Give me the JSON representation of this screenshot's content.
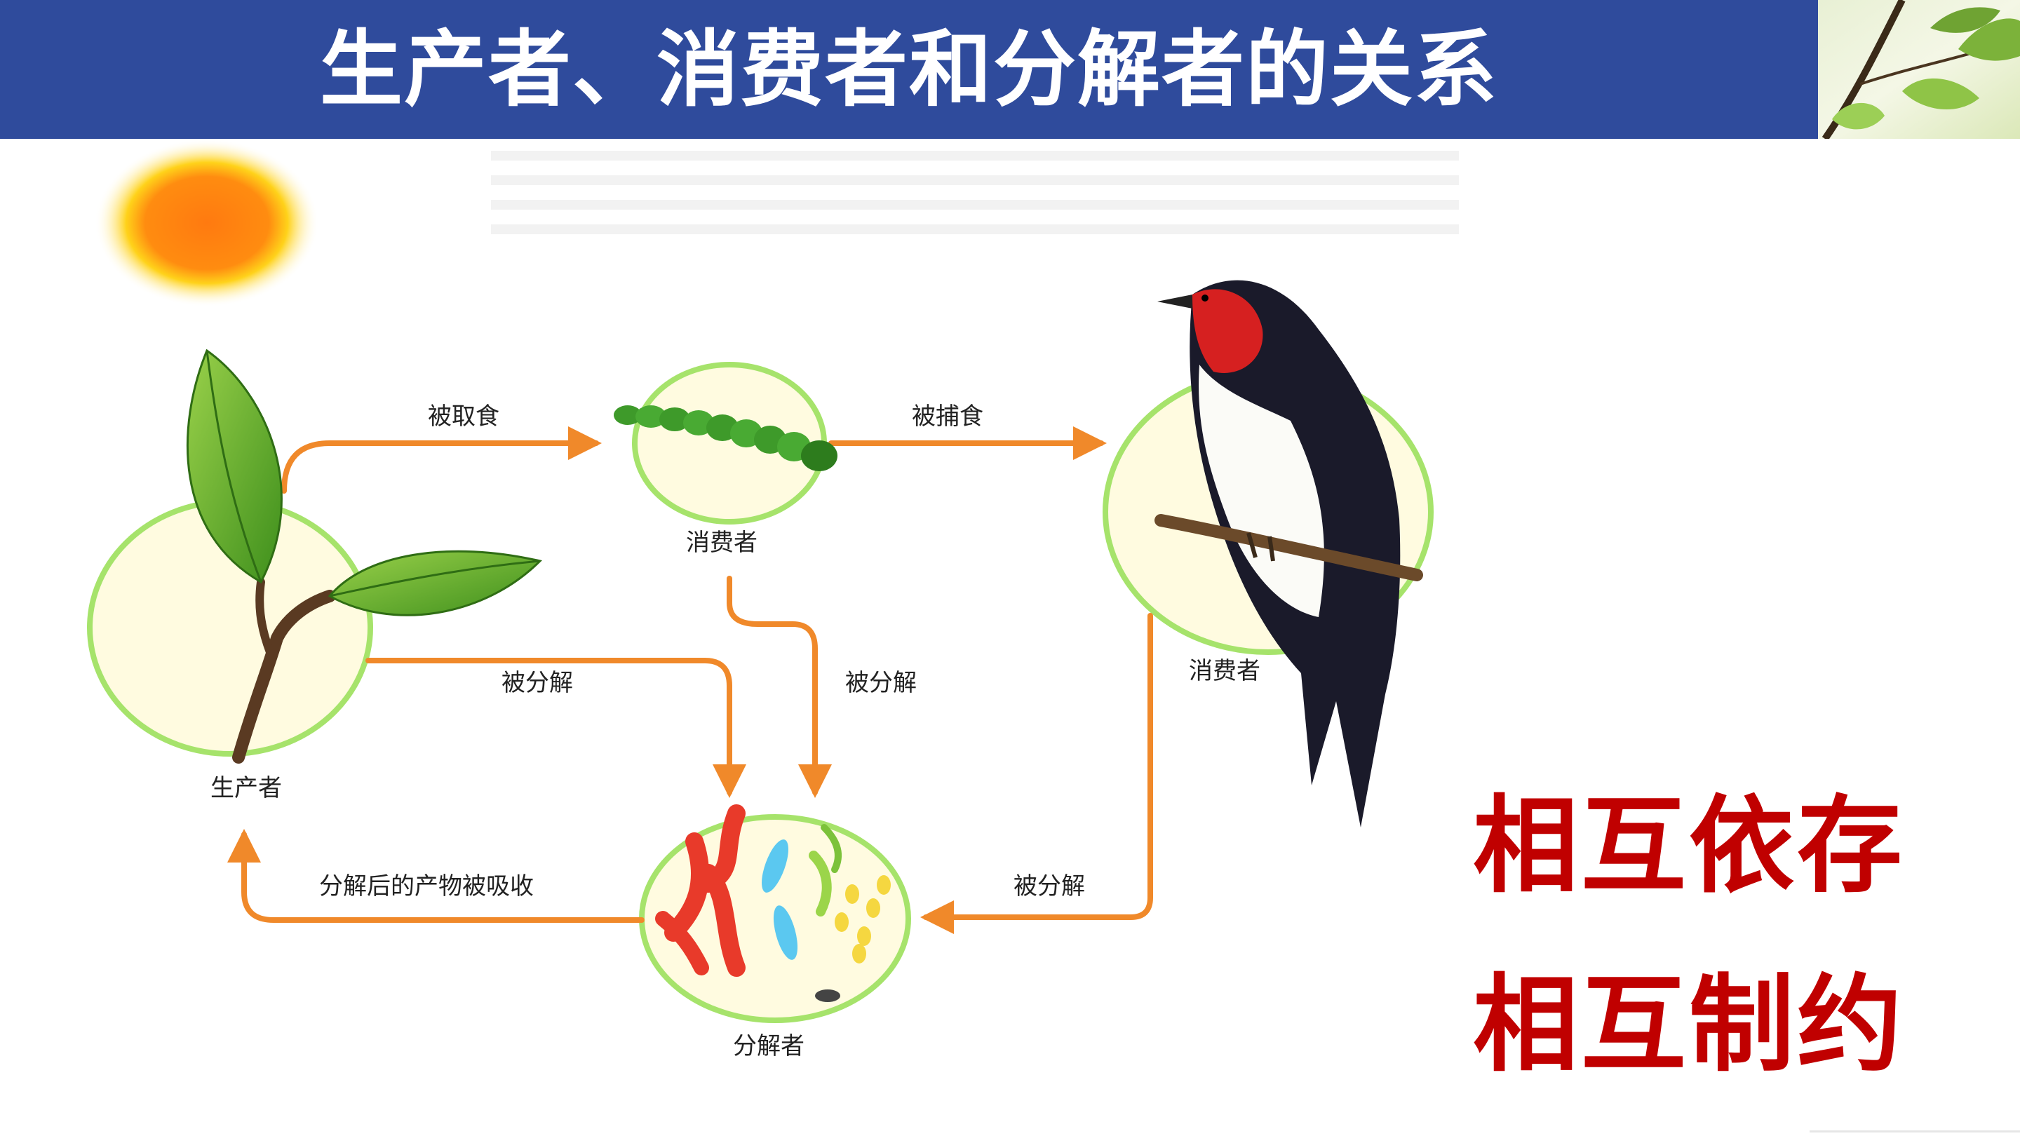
{
  "slide": {
    "title": "生产者、消费者和分解者的关系"
  },
  "diagram": {
    "nodes": {
      "producer": "生产者",
      "consumer_insect": "消费者",
      "consumer_bird": "消费者",
      "decomposer": "分解者"
    },
    "arrows": {
      "producer_to_insect": "被取食",
      "insect_to_bird": "被捕食",
      "producer_to_decomposer": "被分解",
      "insect_to_decomposer": "被分解",
      "bird_to_decomposer": "被分解",
      "decomposer_to_producer": "分解后的产物被吸收"
    },
    "arrow_color": "#f0892a",
    "circle_fill": "#fffbe0",
    "circle_stroke": "#a6e36b"
  },
  "conclusion": {
    "line1": "相互依存",
    "line2": "相互制约",
    "color": "#c00000"
  }
}
